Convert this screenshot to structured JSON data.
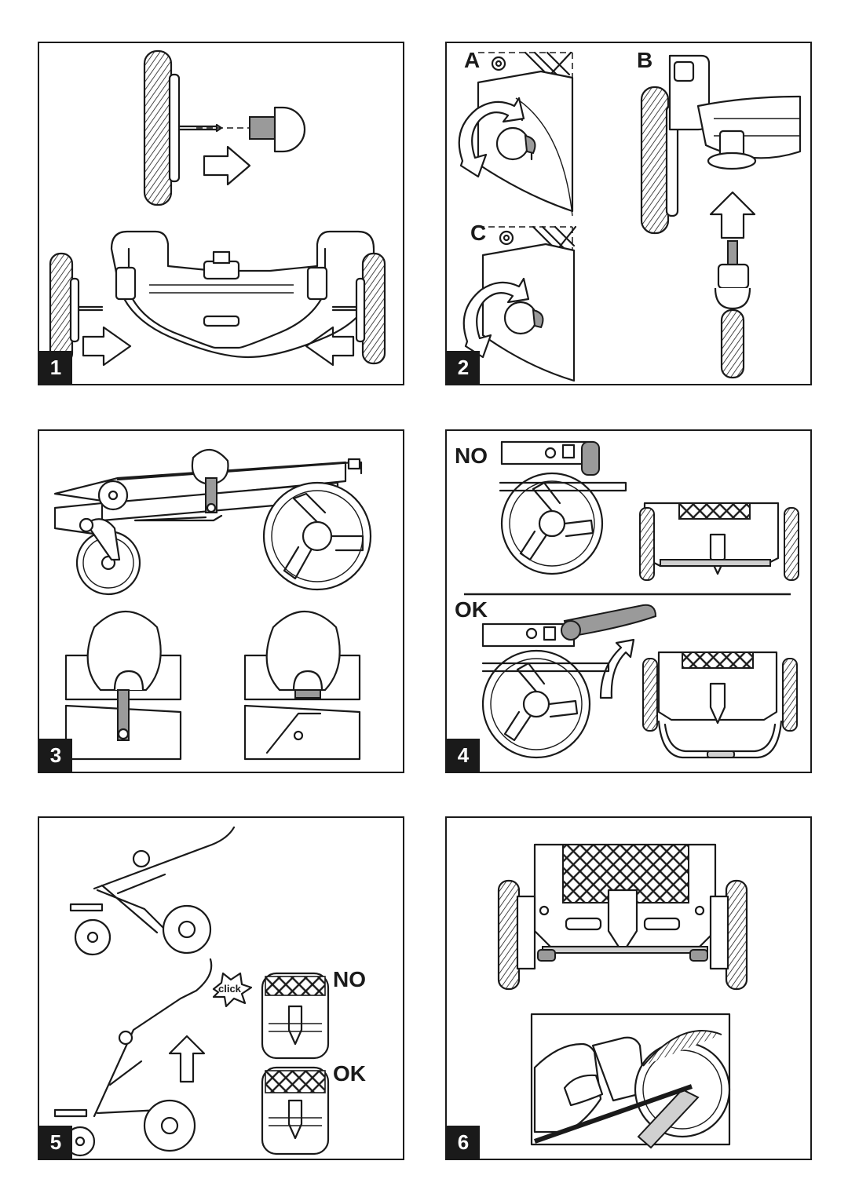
{
  "panels": [
    {
      "number": "1",
      "labels": []
    },
    {
      "number": "2",
      "labels": [
        "A",
        "B",
        "C"
      ]
    },
    {
      "number": "3",
      "labels": []
    },
    {
      "number": "4",
      "labels": [
        "NO",
        "OK"
      ]
    },
    {
      "number": "5",
      "labels": [
        "NO",
        "OK"
      ],
      "click_text": "click"
    },
    {
      "number": "6",
      "labels": []
    }
  ]
}
